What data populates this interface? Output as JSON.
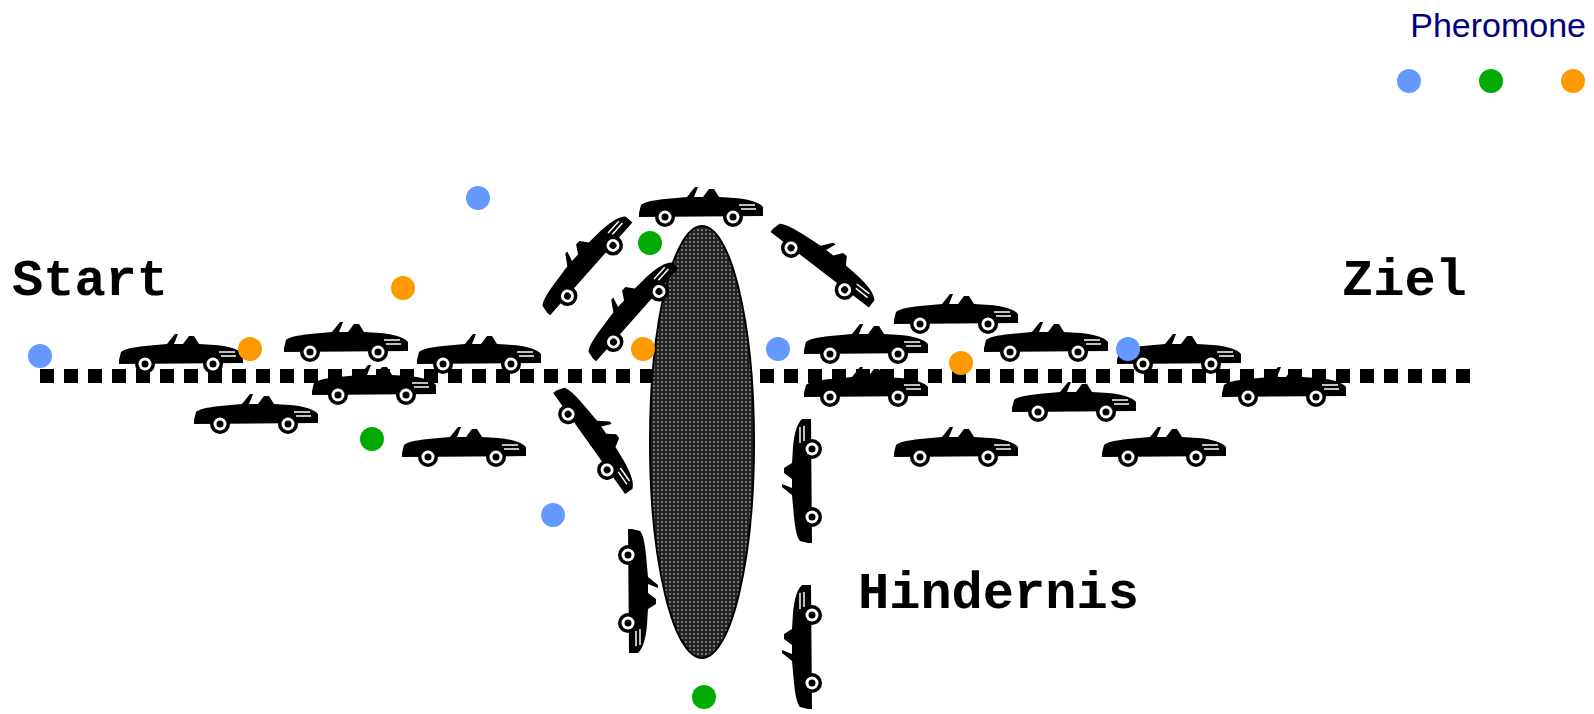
{
  "diagram": {
    "labels": [
      "Start",
      "Ziel",
      "Hindernis",
      "Pheromone"
    ]
  }
}
